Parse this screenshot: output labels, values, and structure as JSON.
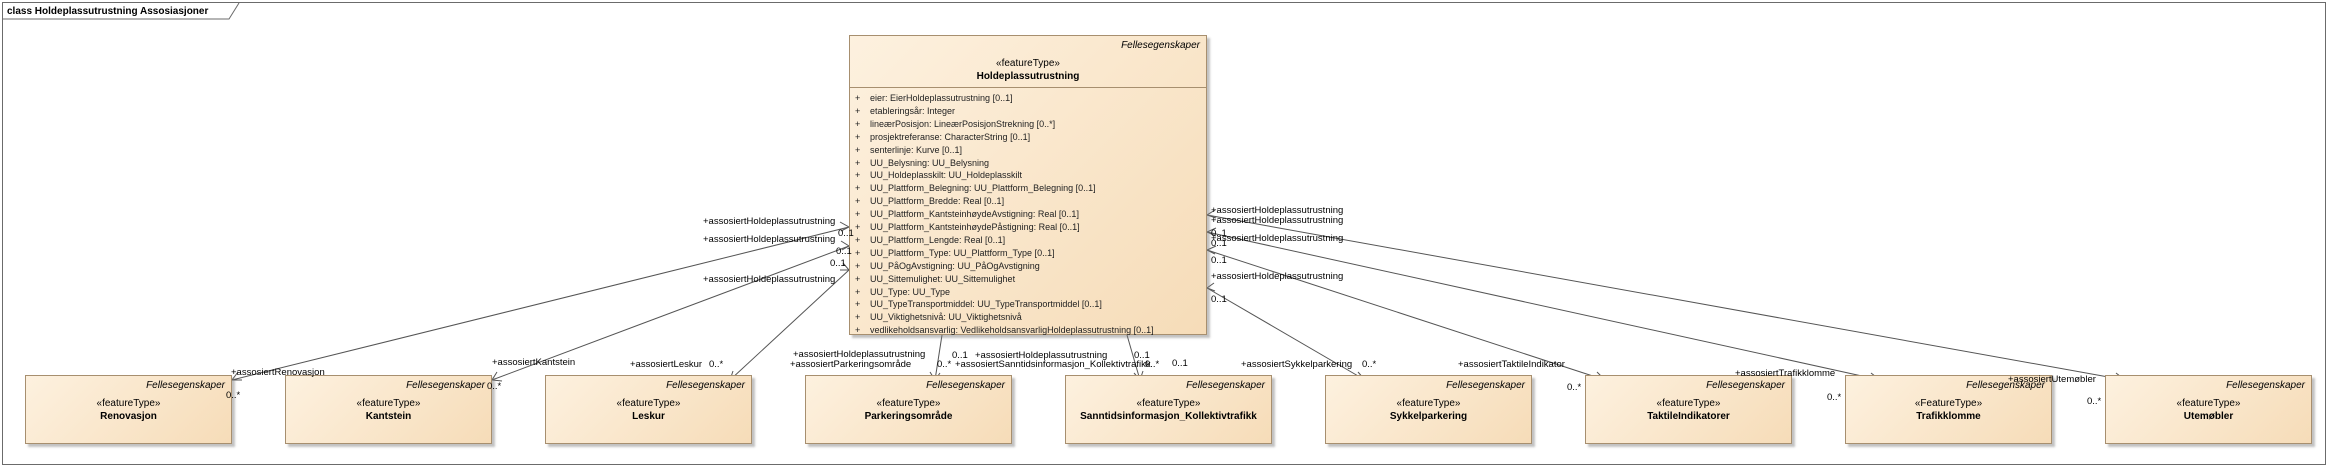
{
  "frame": {
    "title": "class Holdeplassutrustning Assosiasjoner"
  },
  "main_class": {
    "package": "Fellesegenskaper",
    "stereotype": "«featureType»",
    "name": "Holdeplassutrustning",
    "attributes": [
      {
        "vis": "+",
        "text": "eier: EierHoldeplassutrustning [0..1]"
      },
      {
        "vis": "+",
        "text": "etableringsår: Integer"
      },
      {
        "vis": "+",
        "text": "lineærPosisjon: LineærPosisjonStrekning [0..*]"
      },
      {
        "vis": "+",
        "text": "prosjektreferanse: CharacterString [0..1]"
      },
      {
        "vis": "+",
        "text": "senterlinje: Kurve [0..1]"
      },
      {
        "vis": "+",
        "text": "UU_Belysning: UU_Belysning"
      },
      {
        "vis": "+",
        "text": "UU_Holdeplasskilt: UU_Holdeplasskilt"
      },
      {
        "vis": "+",
        "text": "UU_Plattform_Belegning: UU_Plattform_Belegning [0..1]"
      },
      {
        "vis": "+",
        "text": "UU_Plattform_Bredde: Real [0..1]"
      },
      {
        "vis": "+",
        "text": "UU_Plattform_KantsteinhøydeAvstigning: Real [0..1]"
      },
      {
        "vis": "+",
        "text": "UU_Plattform_KantsteinhøydePåstigning: Real [0..1]"
      },
      {
        "vis": "+",
        "text": "UU_Plattform_Lengde: Real [0..1]"
      },
      {
        "vis": "+",
        "text": "UU_Plattform_Type: UU_Plattform_Type [0..1]"
      },
      {
        "vis": "+",
        "text": "UU_PåOgAvstigning: UU_PåOgAvstigning"
      },
      {
        "vis": "+",
        "text": "UU_Sittemulighet: UU_Sittemulighet"
      },
      {
        "vis": "+",
        "text": "UU_Type: UU_Type"
      },
      {
        "vis": "+",
        "text": "UU_TypeTransportmiddel: UU_TypeTransportmiddel [0..1]"
      },
      {
        "vis": "+",
        "text": "UU_Viktighetsnivå: UU_Viktighetsnivå"
      },
      {
        "vis": "+",
        "text": "vedlikeholdsansvarlig: VedlikeholdsansvarligHoldeplassutrustning [0..1]"
      }
    ]
  },
  "classes": [
    {
      "key": "renovasjon",
      "package": "Fellesegenskaper",
      "stereotype": "«featureType»",
      "name": "Renovasjon"
    },
    {
      "key": "kantstein",
      "package": "Fellesegenskaper",
      "stereotype": "«featureType»",
      "name": "Kantstein"
    },
    {
      "key": "leskur",
      "package": "Fellesegenskaper",
      "stereotype": "«featureType»",
      "name": "Leskur"
    },
    {
      "key": "parkeringsomrade",
      "package": "Fellesegenskaper",
      "stereotype": "«featureType»",
      "name": "Parkeringsområde"
    },
    {
      "key": "sanntidsinformasjon",
      "package": "Fellesegenskaper",
      "stereotype": "«featureType»",
      "name": "Sanntidsinformasjon_Kollektivtrafikk"
    },
    {
      "key": "sykkelparkering",
      "package": "Fellesegenskaper",
      "stereotype": "«featureType»",
      "name": "Sykkelparkering"
    },
    {
      "key": "taktileindikatorer",
      "package": "Fellesegenskaper",
      "stereotype": "«featureType»",
      "name": "TaktileIndikatorer"
    },
    {
      "key": "trafikklomme",
      "package": "Fellesegenskaper",
      "stereotype": "«FeatureType»",
      "name": "Trafikklomme"
    },
    {
      "key": "utemobler",
      "package": "Fellesegenskaper",
      "stereotype": "«featureType»",
      "name": "Utemøbler"
    }
  ],
  "labels": {
    "hp_renovasjon": "+assosiertHoldeplassutrustning",
    "hp_kantstein": "+assosiertHoldeplassutrustning",
    "hp_leskur": "+assosiertHoldeplassutrustning",
    "hp_right1": "+assosiertHoldeplassutrustning",
    "hp_right2": "+assosiertHoldeplassutrustning",
    "hp_right3": "+assosiertHoldeplassutrustning",
    "hp_right4": "+assosiertHoldeplassutrustning",
    "hp_parkering": "+assosiertHoldeplassutrustning",
    "hp_sanntid": "+assosiertHoldeplassutrustning",
    "m01_a": "0..1",
    "m01_b": "0..1",
    "m01_c": "0..1",
    "m01_d": "0..1",
    "m01_e": "0..1",
    "m01_f": "0..1",
    "m01_g": "0..1",
    "m01_h": "0..1",
    "m01_i": "0..1",
    "m01_j": "0..1",
    "role_renovasjon": "+assosiertRenovasjon",
    "role_kantstein": "+assosiertKantstein",
    "role_leskur": "+assosiertLeskur",
    "role_parkering": "+assosiertParkeringsområde",
    "role_sanntid": "+assosiertSanntidsinformasjon_Kollektivtrafikk",
    "role_sykkel": "+assosiertSykkelparkering",
    "role_taktile": "+assosiertTaktileIndikator",
    "role_trafikklomme": "+assosiertTrafikklomme",
    "role_utemobler": "+assosiertUtemøbler",
    "m0n_renovasjon": "0..*",
    "m0n_kantstein": "0..*",
    "m0n_leskur": "0..*",
    "m0n_parkering": "0..*",
    "m0n_sanntid": "0..*",
    "m0n_sykkel": "0..*",
    "m0n_taktile": "0..*",
    "m0n_trafikklomme": "0..*",
    "m0n_utemobler": "0..*"
  }
}
